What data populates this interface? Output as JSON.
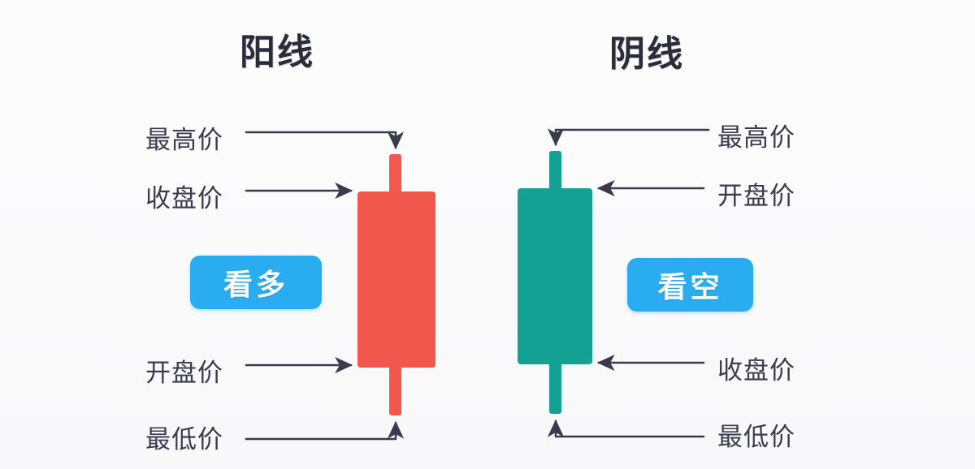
{
  "diagram": {
    "type": "candlestick-explainer",
    "background_color": "#fbfbfc",
    "panels": [
      {
        "id": "bullish",
        "title": "阳线",
        "candle_color": "#F2574C",
        "badge": {
          "text": "看多",
          "color": "#29ACF0"
        },
        "labels_side": "left",
        "labels": [
          {
            "name": "high",
            "text": "最高价",
            "connector": "elbow-down"
          },
          {
            "name": "close",
            "text": "收盘价",
            "connector": "straight-right"
          },
          {
            "name": "open",
            "text": "开盘价",
            "connector": "straight-right"
          },
          {
            "name": "low",
            "text": "最低价",
            "connector": "elbow-up"
          }
        ]
      },
      {
        "id": "bearish",
        "title": "阴线",
        "candle_color": "#13A193",
        "badge": {
          "text": "看空",
          "color": "#29ACF0"
        },
        "labels_side": "right",
        "labels": [
          {
            "name": "high",
            "text": "最高价",
            "connector": "elbow-down"
          },
          {
            "name": "open",
            "text": "开盘价",
            "connector": "straight-left"
          },
          {
            "name": "close",
            "text": "收盘价",
            "connector": "straight-left"
          },
          {
            "name": "low",
            "text": "最低价",
            "connector": "elbow-up"
          }
        ]
      }
    ],
    "arrow_color": "#3a3a4c",
    "title_color": "#2b2b3a",
    "label_color": "#3b3b4d"
  }
}
